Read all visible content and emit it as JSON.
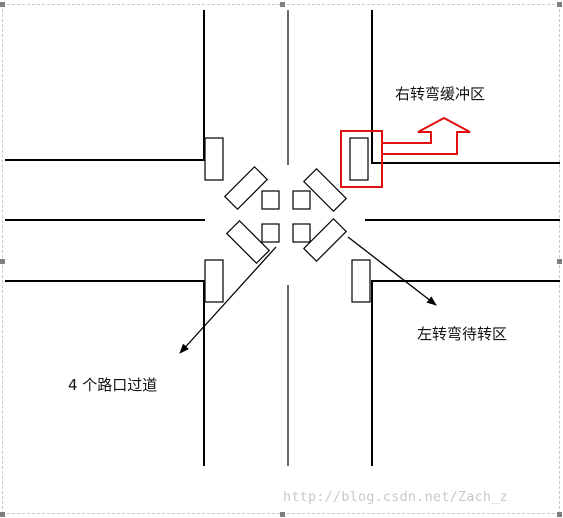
{
  "labels": {
    "right_turn_buffer": "右转弯缓冲区",
    "left_turn_waiting": "左转弯待转区",
    "crosswalks": "4 个路口过道"
  },
  "watermark": "http://blog.csdn.net/Zach_z",
  "colors": {
    "road_line": "#000000",
    "highlight": "#e01010",
    "frame": "#c8c8c8",
    "watermark": "#c9c9c9"
  }
}
